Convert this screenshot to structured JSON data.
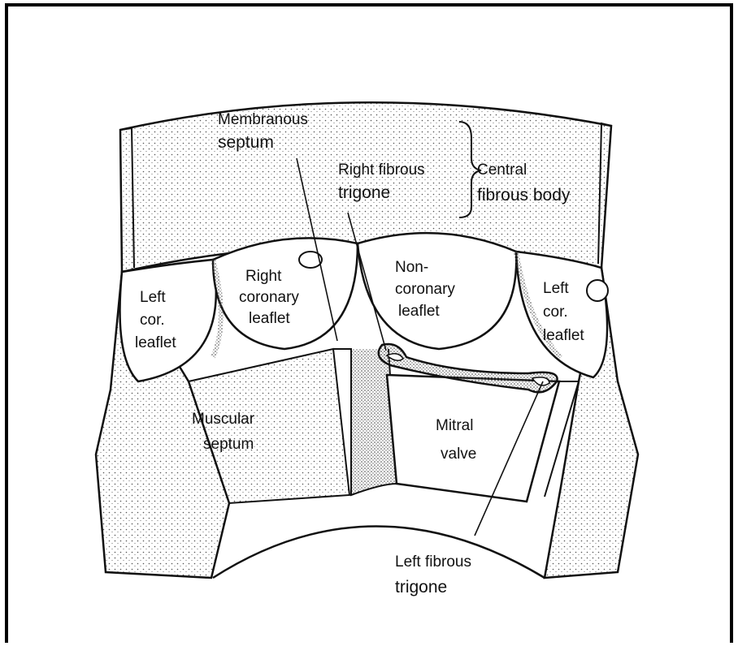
{
  "labels": {
    "membranous_line1": "Membranous",
    "membranous_line2": "septum",
    "right_fibrous_line1": "Right fibrous",
    "right_fibrous_line2": "trigone",
    "central_line1": "Central",
    "central_line2": "fibrous body",
    "right_coronary_line1": "Right",
    "right_coronary_line2": "coronary",
    "right_coronary_line3": "leaflet",
    "noncoronary_line1": "Non-",
    "noncoronary_line2": "coronary",
    "noncoronary_line3": "leaflet",
    "left_cor_l_line1": "Left",
    "left_cor_l_line2": "cor.",
    "left_cor_l_line3": "leaflet",
    "left_cor_r_line1": "Left",
    "left_cor_r_line2": "cor.",
    "left_cor_r_line3": "leaflet",
    "muscular_line1": "Muscular",
    "muscular_line2": "septum",
    "mitral_line1": "Mitral",
    "mitral_line2": "valve",
    "left_fibrous_line1": "Left fibrous",
    "left_fibrous_line2": "trigone"
  },
  "colors": {
    "ink": "#111111",
    "stipple": "#555555",
    "border": "#000000",
    "background": "#ffffff"
  }
}
